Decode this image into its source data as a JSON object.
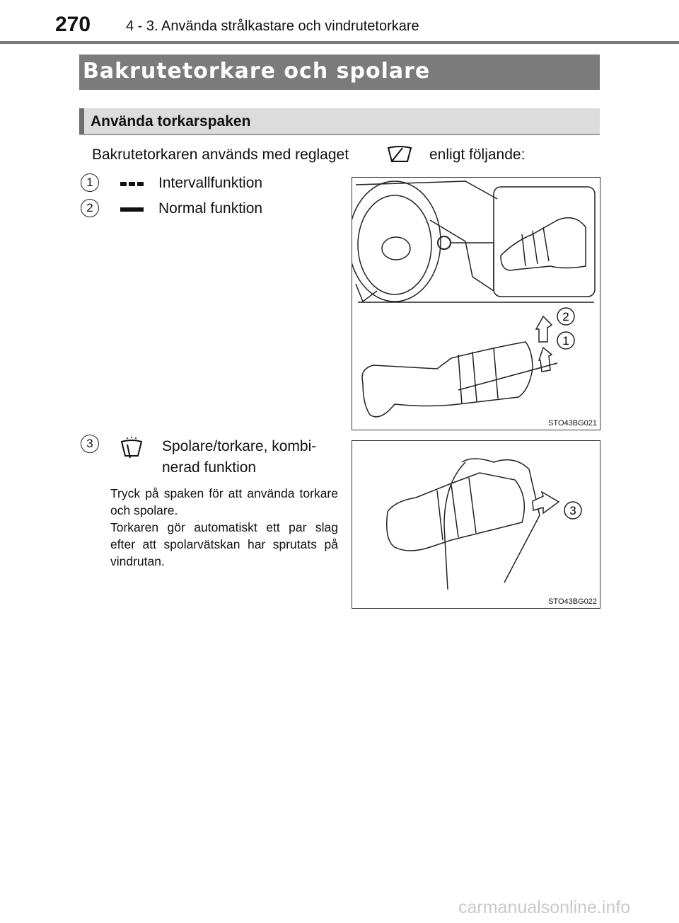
{
  "header": {
    "page_number": "270",
    "chapter": "4 - 3. Använda strålkastare och vindrutetorkare"
  },
  "section_title": "Bakrutetorkare och spolare",
  "subsection_title": "Använda torkarspaken",
  "intro": {
    "before": "Bakrutetorkaren används med reglaget",
    "after": "enligt följande:"
  },
  "items": [
    {
      "number": "1",
      "label": "Intervallfunktion",
      "icon": "dashed-line-icon"
    },
    {
      "number": "2",
      "label": "Normal funktion",
      "icon": "solid-line-icon"
    },
    {
      "number": "3",
      "label_line1": "Spolare/torkare,   kombi-",
      "label_line2": "nerad funktion",
      "icon": "washer-wiper-icon"
    }
  ],
  "description": {
    "line1": "Tryck på spaken för att använda torkare och spolare.",
    "line2": "Torkaren gör automatiskt ett par slag efter att spolarvätskan har sprutats på vindrutan."
  },
  "figures": {
    "fig1": {
      "caption": "STO43BG021",
      "callouts": [
        "2",
        "1"
      ]
    },
    "fig2": {
      "caption": "STO43BG022",
      "callouts": [
        "3"
      ]
    }
  },
  "watermark": "carmanualsonline.info"
}
